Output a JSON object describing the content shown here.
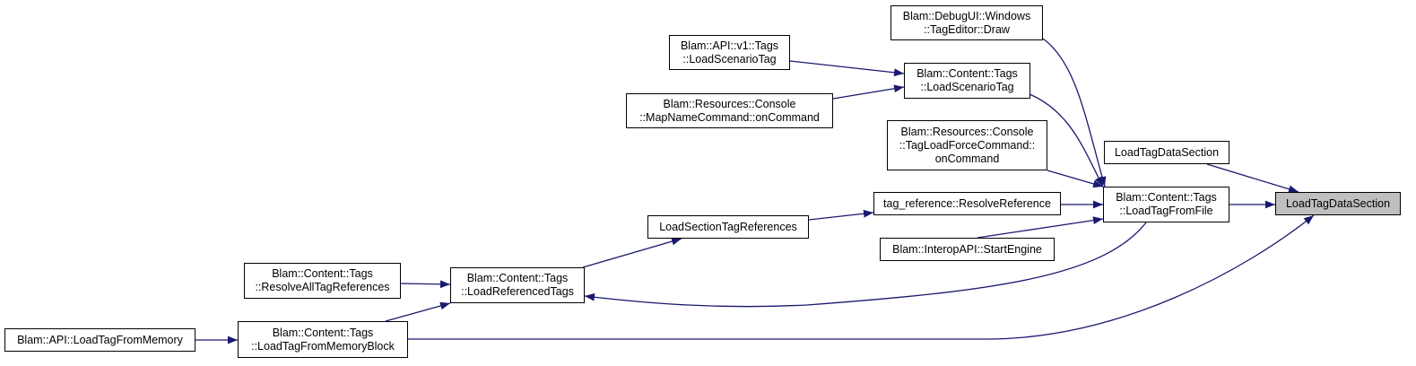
{
  "colors": {
    "edge": "#191970",
    "node_border": "#000000",
    "highlight_fill": "#bfbfbf"
  },
  "nodes": {
    "load_tag_data_section_main": [
      "LoadTagDataSection"
    ],
    "load_tag_from_file": [
      "Blam::Content::Tags",
      "::LoadTagFromFile"
    ],
    "load_tag_data_section_caller": [
      "LoadTagDataSection"
    ],
    "tag_editor_draw": [
      "Blam::DebugUI::Windows",
      "::TagEditor::Draw"
    ],
    "content_load_scenario_tag": [
      "Blam::Content::Tags",
      "::LoadScenarioTag"
    ],
    "api_load_scenario_tag": [
      "Blam::API::v1::Tags",
      "::LoadScenarioTag"
    ],
    "map_name_command": [
      "Blam::Resources::Console",
      "::MapNameCommand::onCommand"
    ],
    "tag_load_force_command": [
      "Blam::Resources::Console",
      "::TagLoadForceCommand::",
      "onCommand"
    ],
    "resolve_reference": [
      "tag_reference::ResolveReference"
    ],
    "load_section_tag_references": [
      "LoadSectionTagReferences"
    ],
    "start_engine": [
      "Blam::InteropAPI::StartEngine"
    ],
    "load_referenced_tags": [
      "Blam::Content::Tags",
      "::LoadReferencedTags"
    ],
    "resolve_all_tag_references": [
      "Blam::Content::Tags",
      "::ResolveAllTagReferences"
    ],
    "load_tag_from_memory_block": [
      "Blam::Content::Tags",
      "::LoadTagFromMemoryBlock"
    ],
    "api_load_tag_from_memory": [
      "Blam::API::LoadTagFromMemory"
    ]
  }
}
